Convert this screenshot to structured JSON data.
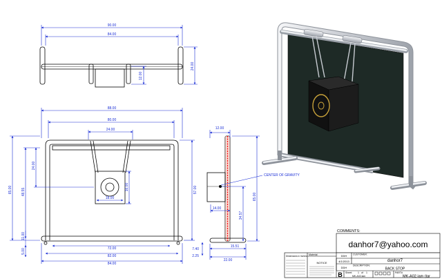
{
  "top_view": {
    "dims": [
      "90.00",
      "84.00",
      "12.00",
      "24.00"
    ]
  },
  "front_view": {
    "dims": [
      "88.00",
      "80.00",
      "24.00",
      "24.00",
      "65.00",
      "48.55",
      "16.00",
      "18.00",
      "11.00",
      "5.00",
      "72.00",
      "82.00",
      "84.00",
      "57.00"
    ]
  },
  "side_view": {
    "dims": [
      "12.00",
      "14.00",
      "65.00",
      "34.57",
      "7.40",
      "2.25",
      "15.51",
      "22.00"
    ],
    "cog_label": "CENTER OF GRAVITY"
  },
  "comments": {
    "label": "COMMENTS:",
    "email": "danhor7@yahoo.com"
  },
  "title_block": {
    "drawn_by": "DDH",
    "date": "4/1/2013",
    "model": "DDH",
    "customer_label": "CUSTOMER:",
    "customer": "danhor7",
    "description_label": "DESCRIPTION:",
    "description": "BACK STOP",
    "size": "B",
    "sheet_label": "Sheet:",
    "sheet": "1",
    "of_label": "of",
    "sheet_total": "1",
    "part_label": "PART#",
    "part": "MK-A02.iam (tar",
    "file": "MK-A02.iam",
    "notice_label": "NOTICE",
    "material_label": "Material:",
    "dims_label": "Dimensions in Inches"
  },
  "colors": {
    "dimension": "#1a2ed6",
    "outline": "#000000",
    "panel": "#1e2a26",
    "frame": "#d8dbe0",
    "cog_line": "#ff0000"
  }
}
